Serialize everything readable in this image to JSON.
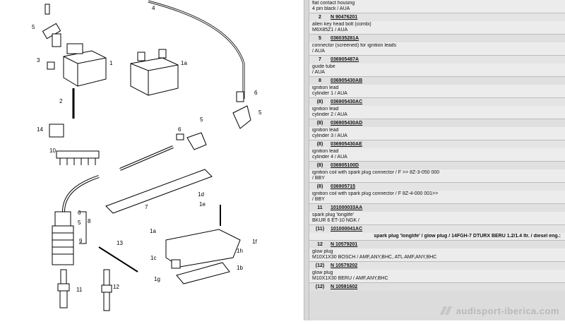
{
  "diagram": {
    "labels": [
      "4",
      "5",
      "3",
      "1",
      "2",
      "1a",
      "6",
      "5",
      "14",
      "6",
      "5",
      "10",
      "1d",
      "1e",
      "7",
      "8",
      "6",
      "5",
      "9",
      "13",
      "1a",
      "1f",
      "1h",
      "1c",
      "1b",
      "1g",
      "11",
      "12"
    ]
  },
  "top_partial": {
    "line1": "flat contact housing",
    "line2": "4 pin black / AUA"
  },
  "parts": [
    {
      "pos": "2",
      "pn": "N 90476201",
      "desc": [
        "allen key head bolt (combi)",
        "M6X85Z1 / AUA"
      ]
    },
    {
      "pos": "5",
      "pn": "036035281A",
      "desc": [
        "connector (screened) for ignition leads",
        "/ AUA"
      ]
    },
    {
      "pos": "7",
      "pn": "036905487A",
      "desc": [
        "guide tube",
        "/ AUA"
      ]
    },
    {
      "pos": "8",
      "pn": "036905430AB",
      "desc": [
        "ignition lead",
        "cylinder 1 / AUA"
      ]
    },
    {
      "pos": "(8)",
      "pn": "036905430AC",
      "desc": [
        "ignition lead",
        "cylinder 2 / AUA"
      ]
    },
    {
      "pos": "(8)",
      "pn": "036905430AD",
      "desc": [
        "ignition lead",
        "cylinder 3 / AUA"
      ]
    },
    {
      "pos": "(8)",
      "pn": "036905430AE",
      "desc": [
        "ignition lead",
        "cylinder 4 / AUA"
      ]
    },
    {
      "pos": "(8)",
      "pn": "036905100D",
      "desc": [
        "ignition coil with spark plug connector / F >> 8Z-3-050 000",
        "/ BBY"
      ]
    },
    {
      "pos": "(8)",
      "pn": "036905715",
      "desc": [
        "ignition coil with spark plug connector / F 8Z-4-000 001>>",
        "/ BBY"
      ]
    },
    {
      "pos": "11",
      "pn": "101000033AA",
      "desc": [
        "spark plug 'longlife'",
        "BKUR 6 ET-10 NGK /"
      ]
    },
    {
      "pos": "(11)",
      "pn": "101000041AC",
      "desc": [],
      "special": "spark plug 'longlife' / glow plug / 14FGH-7 DTURX BERU 1.2/1.4 ltr. / diesel eng.:"
    },
    {
      "pos": "12",
      "pn": "N 10579201",
      "desc": [
        "glow plug",
        "M10X1X30 BOSCH / AMF,ANY,BHC, ATL AMF,ANY,BHC"
      ]
    },
    {
      "pos": "(12)",
      "pn": "N 10579202",
      "desc": [
        "glow plug",
        "M10X1X30 BERU / AMF,ANY,BHC"
      ]
    },
    {
      "pos": "(12)",
      "pn": "N 10591602",
      "desc": []
    }
  ],
  "watermark": "audisport-iberica.com"
}
